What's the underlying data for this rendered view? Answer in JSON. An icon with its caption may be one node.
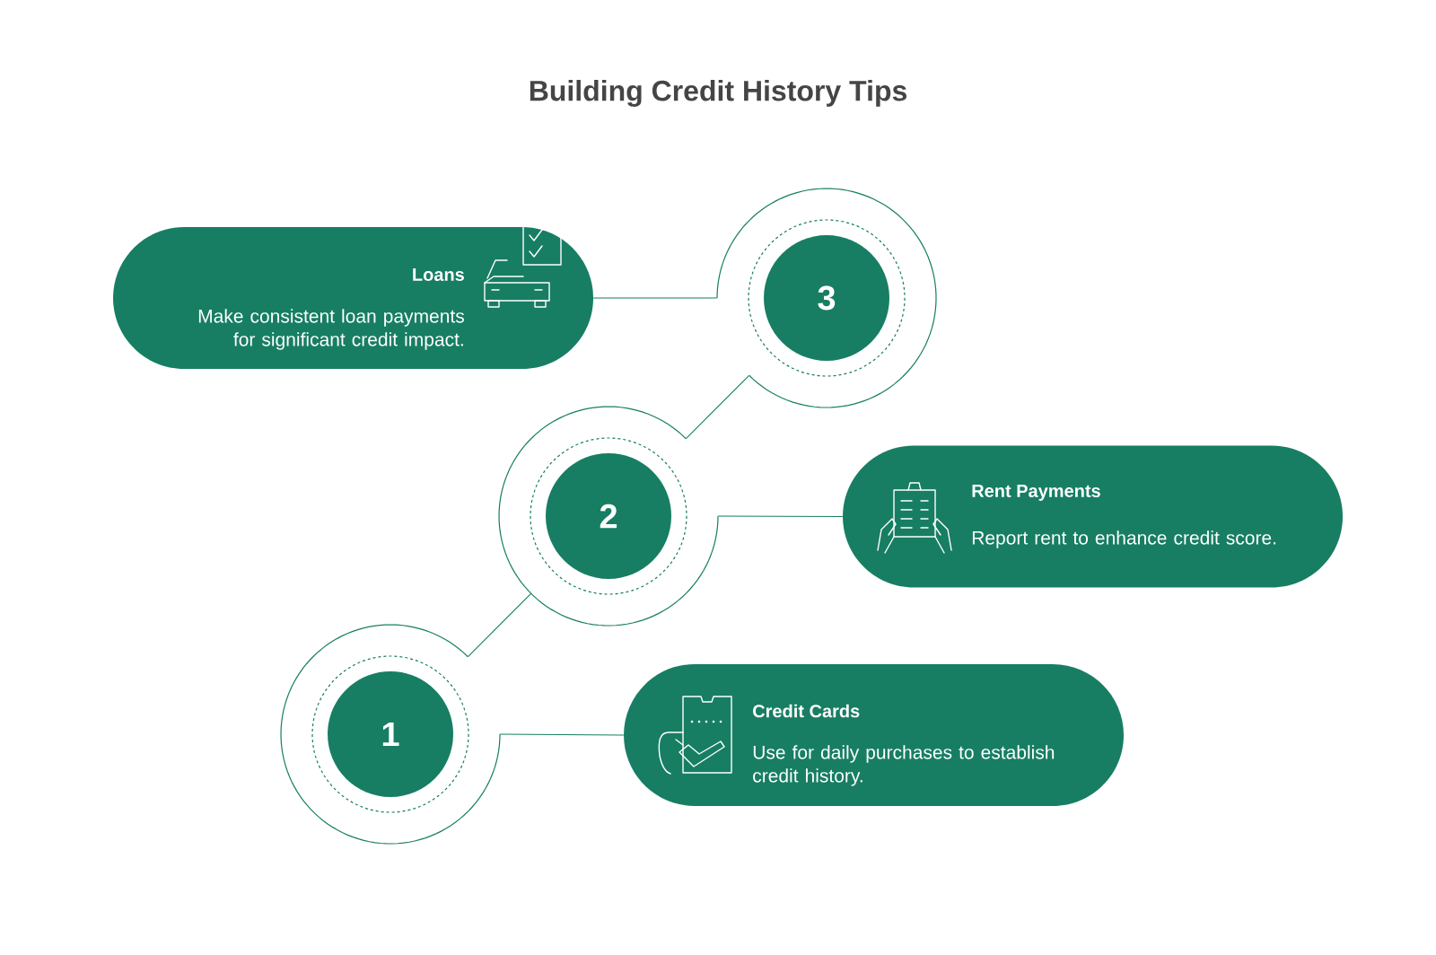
{
  "diagram": {
    "title": "Building Credit History Tips",
    "nodes": [
      {
        "text": [
          "Loans",
          "Make consistent loan payments for significant credit impact."
        ]
      },
      {
        "text": [
          "3"
        ]
      },
      {
        "text": [
          "2"
        ]
      },
      {
        "text": [
          "Rent Payments",
          "Report rent to enhance credit score."
        ]
      },
      {
        "text": [
          "1"
        ]
      },
      {
        "text": [
          "Credit Cards",
          "Use for daily purchases to establish credit history."
        ]
      }
    ],
    "edges": [
      {
        "from": 0,
        "to": 1,
        "arrow": "none"
      },
      {
        "from": 2,
        "to": 1,
        "arrow": "none"
      },
      {
        "from": 2,
        "to": 3,
        "arrow": "none"
      },
      {
        "from": 4,
        "to": 2,
        "arrow": "none"
      },
      {
        "from": 4,
        "to": 5,
        "arrow": "none"
      }
    ]
  }
}
